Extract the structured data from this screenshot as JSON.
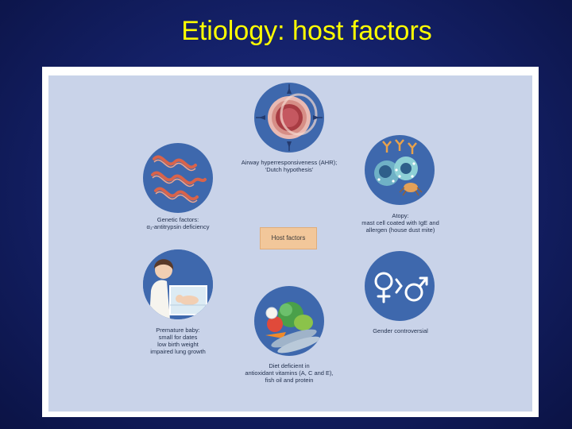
{
  "title": "Etiology: host factors",
  "center_label": "Host factors",
  "nodes": {
    "ahr": {
      "lines": [
        "Airway hyperresponsiveness (AHR);",
        "‘Dutch hypothesis’"
      ],
      "icon": "airway-cross-section-icon"
    },
    "genetic": {
      "lines": [
        "Genetic factors:",
        "α₁-antitrypsin deficiency"
      ],
      "icon": "dna-helix-icon"
    },
    "atopy": {
      "lines": [
        "Atopy:",
        "mast cell coated with IgE and",
        "allergen (house dust mite)"
      ],
      "icon": "mast-cell-icon"
    },
    "premature": {
      "lines": [
        "Premature baby:",
        "small for dates",
        "low birth weight",
        "impaired lung growth"
      ],
      "icon": "mother-and-baby-icon"
    },
    "gender": {
      "lines": [
        "Gender controversial"
      ],
      "icon": "gender-symbols-icon"
    },
    "diet": {
      "lines": [
        "Diet deficient in",
        "antioxidant vitamins (A, C and E),",
        "fish oil and protein"
      ],
      "icon": "food-icon"
    }
  },
  "colors": {
    "title": "#ffff00",
    "background": "#15226b",
    "panel": "#c9d3e9",
    "circle": "#3e68ad",
    "host_box": "#f2c79a"
  }
}
